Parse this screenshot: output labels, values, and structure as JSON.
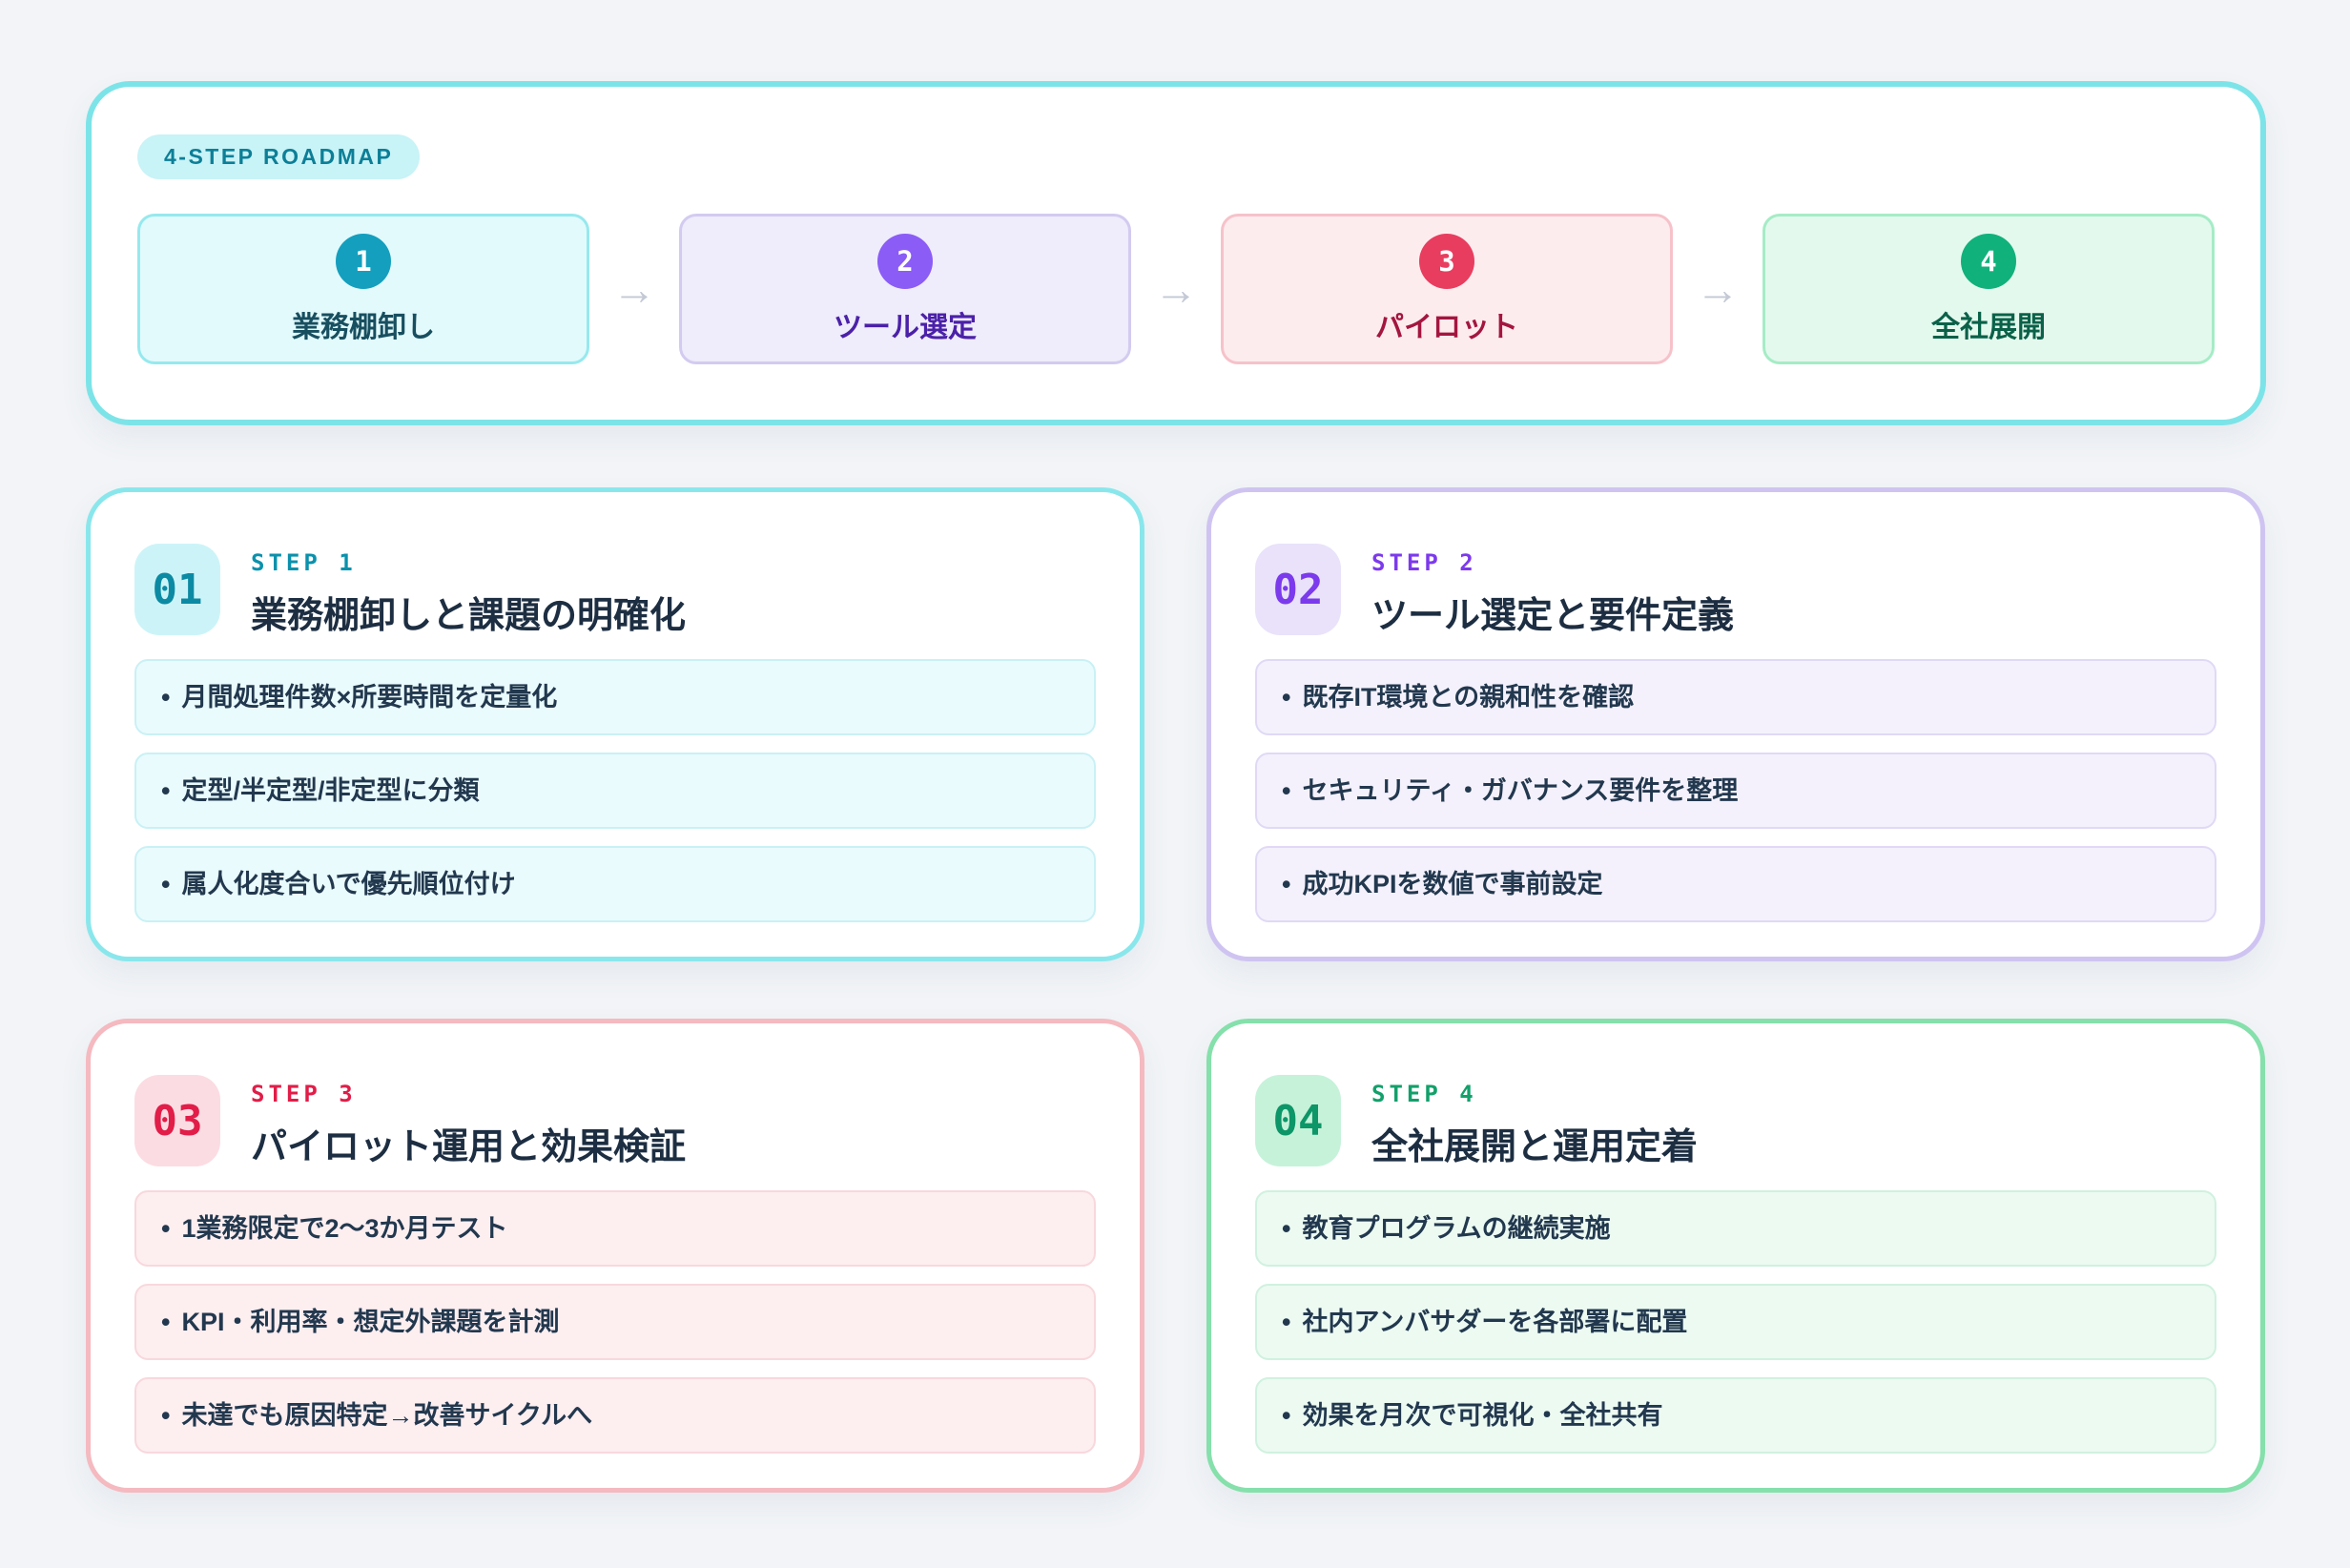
{
  "ui": {
    "bullet": "•",
    "arrow": "→"
  },
  "roadmap": {
    "badge": "4-STEP ROADMAP",
    "steps": [
      {
        "number": "1",
        "label": "業務棚卸し"
      },
      {
        "number": "2",
        "label": "ツール選定"
      },
      {
        "number": "3",
        "label": "パイロット"
      },
      {
        "number": "4",
        "label": "全社展開"
      }
    ]
  },
  "cards": [
    {
      "number": "01",
      "step_label": "STEP 1",
      "title": "業務棚卸しと課題の明確化",
      "items": [
        "月間処理件数×所要時間を定量化",
        "定型/半定型/非定型に分類",
        "属人化度合いで優先順位付け"
      ]
    },
    {
      "number": "02",
      "step_label": "STEP 2",
      "title": "ツール選定と要件定義",
      "items": [
        "既存IT環境との親和性を確認",
        "セキュリティ・ガバナンス要件を整理",
        "成功KPIを数値で事前設定"
      ]
    },
    {
      "number": "03",
      "step_label": "STEP 3",
      "title": "パイロット運用と効果検証",
      "items": [
        "1業務限定で2〜3か月テスト",
        "KPI・利用率・想定外課題を計測",
        "未達でも原因特定→改善サイクルへ"
      ]
    },
    {
      "number": "04",
      "step_label": "STEP 4",
      "title": "全社展開と運用定着",
      "items": [
        "教育プログラムの継続実施",
        "社内アンバサダーを各部署に配置",
        "効果を月次で可視化・全社共有"
      ]
    }
  ],
  "colors": {
    "page_bg": "#f2f4f7",
    "step1_accent": "#149fbe",
    "step2_accent": "#8b5cf6",
    "step3_accent": "#e83d5f",
    "step4_accent": "#11b17b",
    "roadmap_border": "#7ce4e8",
    "badge_bg": "#c8f3f7",
    "badge_text": "#0c7f97",
    "title_text": "#1d2e42",
    "item_text": "#22384e",
    "arrow_gray": "#c3c9d5"
  }
}
